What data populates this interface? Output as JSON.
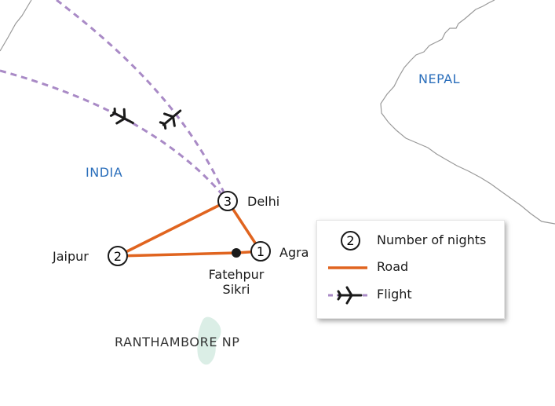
{
  "map": {
    "regions": {
      "india": "INDIA",
      "nepal": "NEPAL"
    },
    "park": "RANTHAMBORE NP",
    "places": {
      "delhi": {
        "name": "Delhi",
        "nights": "3"
      },
      "agra": {
        "name": "Agra",
        "nights": "1"
      },
      "jaipur": {
        "name": "Jaipur",
        "nights": "2"
      },
      "fatehpur_line1": "Fatehpur",
      "fatehpur_line2": "Sikri"
    },
    "colors": {
      "road": "#e0641f",
      "flight": "#a98ac6",
      "border": "#999999",
      "park": "#dbeee6",
      "region_label": "#2a6ebb"
    }
  },
  "legend": {
    "nights_example": "2",
    "nights_label": "Number of nights",
    "road_label": "Road",
    "flight_label": "Flight",
    "flight_icon": "airplane-icon"
  }
}
